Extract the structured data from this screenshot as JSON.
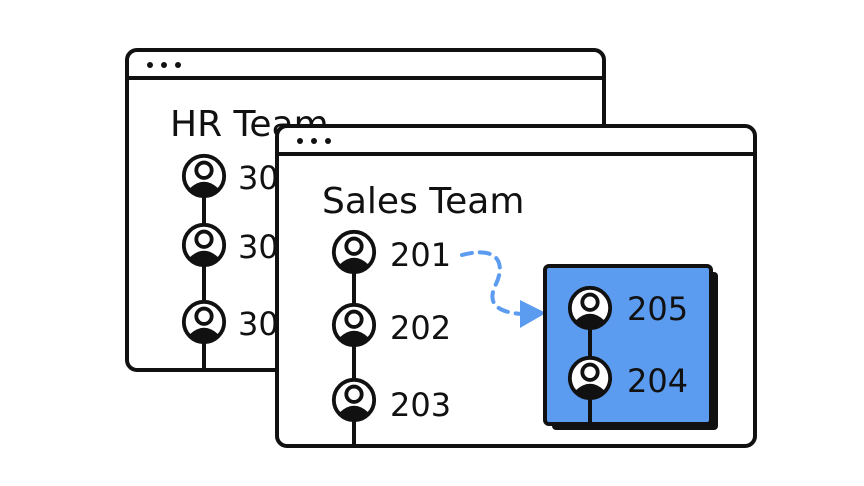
{
  "hr_window": {
    "title": "HR Team",
    "members": [
      {
        "label": "30"
      },
      {
        "label": "30"
      },
      {
        "label": "30"
      }
    ]
  },
  "sales_window": {
    "title": "Sales Team",
    "members": [
      {
        "label": "201"
      },
      {
        "label": "202"
      },
      {
        "label": "203"
      }
    ]
  },
  "selected_group": {
    "members": [
      {
        "label": "205"
      },
      {
        "label": "204"
      }
    ]
  },
  "colors": {
    "accent": "#5b9bf0",
    "ink": "#111111"
  },
  "icons": [
    "window-dots-icon",
    "user-icon",
    "arrow-right-icon"
  ]
}
